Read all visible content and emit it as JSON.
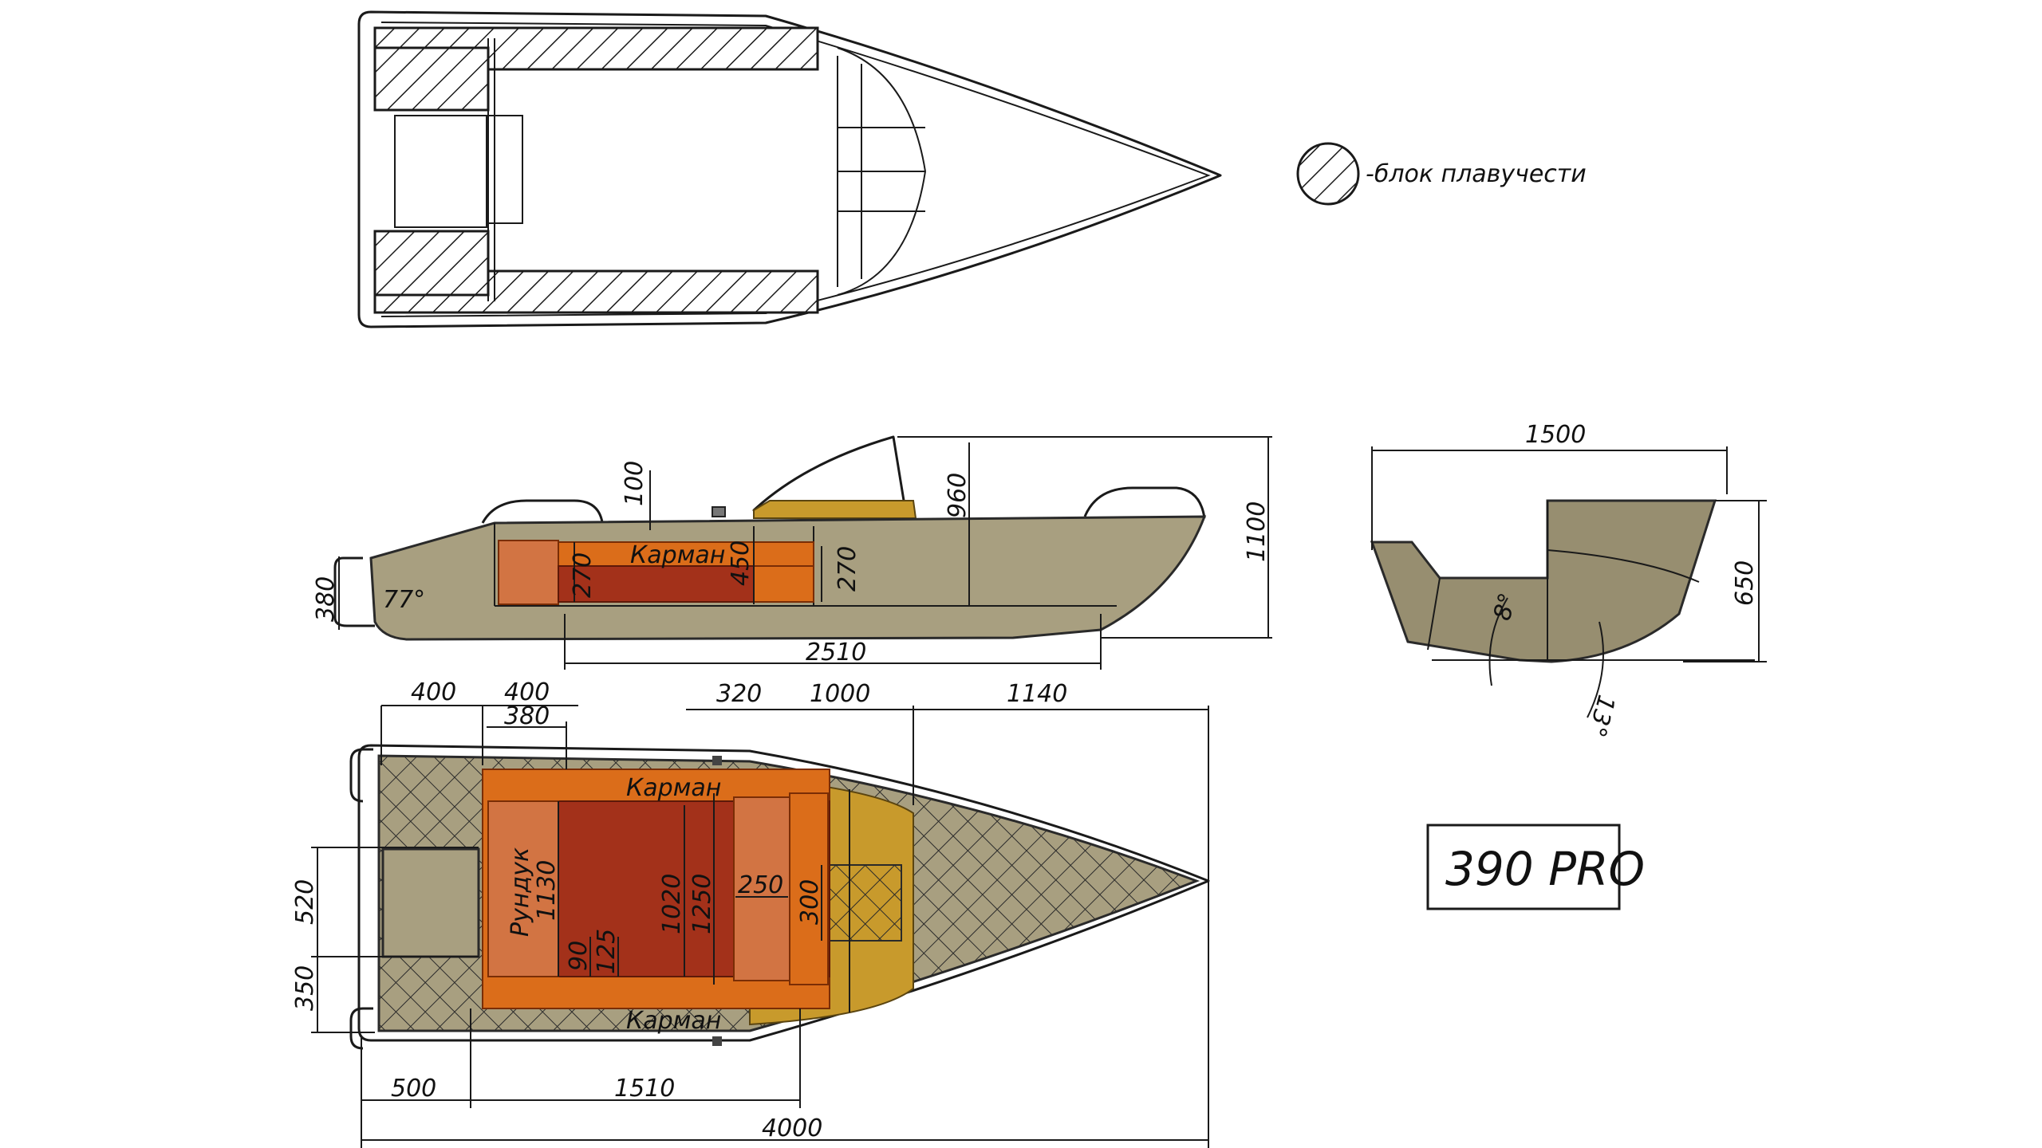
{
  "legend": {
    "text": "-блок плавучести"
  },
  "model": {
    "name": "390 PRO"
  },
  "side_view": {
    "pocket_label": "Карман",
    "dims": {
      "bow_height": "100",
      "pocket_height_left": "270",
      "pocket_depth": "450",
      "pocket_height_right": "270",
      "screen_height": "960",
      "total_height": "1100",
      "transom_height": "380",
      "length": "2510",
      "angle": "77°"
    }
  },
  "section_view": {
    "dims": {
      "beam": "1500",
      "depth": "650",
      "deadrise_stern": "8°",
      "deadrise_bow": "13°"
    }
  },
  "plan_view": {
    "labels": {
      "pocket_top": "Карман",
      "pocket_bottom": "Карман",
      "locker": "Рундук"
    },
    "dims": {
      "d400a": "400",
      "d400b": "400",
      "d380": "380",
      "d320": "320",
      "d1000": "1000",
      "d1140": "1140",
      "d520": "520",
      "d350": "350",
      "d1130": "1130",
      "d90": "90",
      "d125": "125",
      "d1020": "1020",
      "d1250": "1250",
      "d250": "250",
      "d300": "300",
      "d500": "500",
      "d1510": "1510",
      "d4000": "4000"
    }
  }
}
